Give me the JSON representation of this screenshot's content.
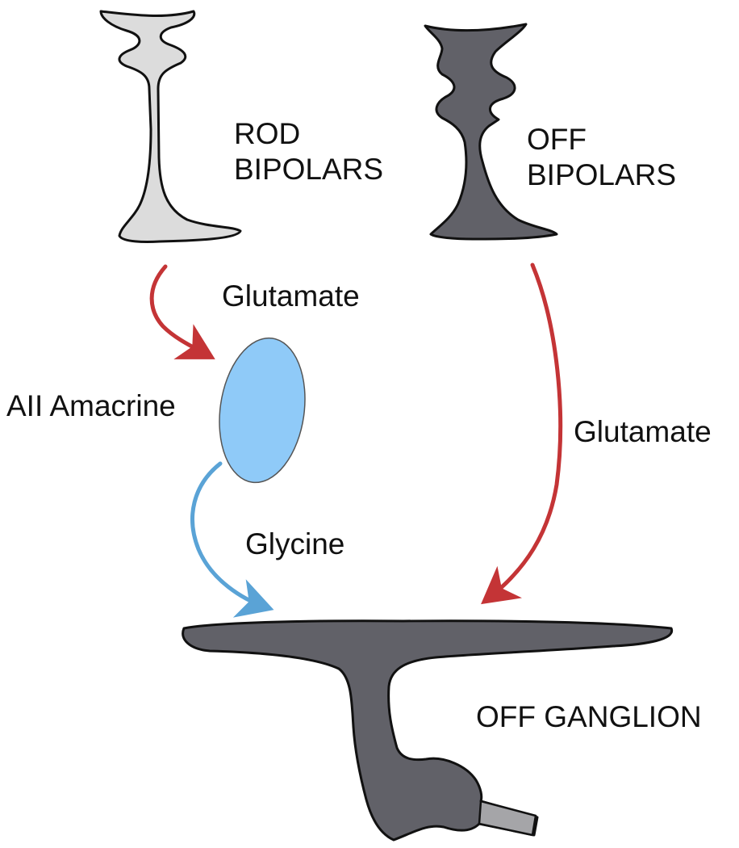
{
  "labels": {
    "rod_bipolars": [
      "ROD",
      "BIPOLARS"
    ],
    "off_bipolars": [
      "OFF",
      "BIPOLARS"
    ],
    "glutamate_rod": "Glutamate",
    "aii_amacrine": "AII Amacrine",
    "glutamate_off": "Glutamate",
    "glycine": "Glycine",
    "off_ganglion": "OFF GANGLION"
  },
  "colors": {
    "rod_bipolar_fill": "#dcdcdc",
    "off_bipolar_fill": "#616168",
    "amacrine_fill": "#8fcaf8",
    "ganglion_fill": "#616168",
    "glutamate_arrow": "#c43436",
    "glycine_arrow": "#5aa3d6",
    "outline": "#111111"
  }
}
